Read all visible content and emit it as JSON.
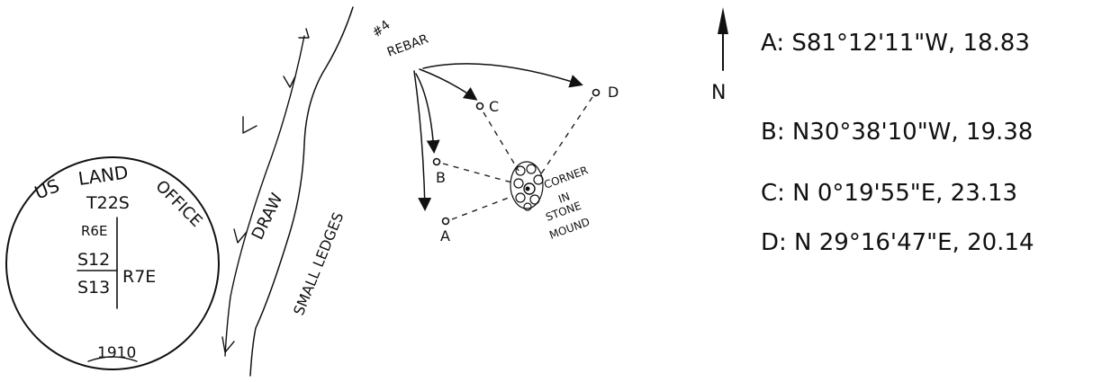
{
  "seal": {
    "top_text_1": "US",
    "top_text_2": "LAND",
    "top_text_3": "OFFICE",
    "township": "T22S",
    "range_west": "R6E",
    "range_east": "R7E",
    "section_upper": "S12",
    "section_lower": "S13",
    "year": "1910"
  },
  "terrain": {
    "draw_label": "DRAW",
    "ledges_label": "SMALL LEDGES"
  },
  "monument": {
    "rebar_label_1": "#4",
    "rebar_label_2": "REBAR",
    "corner_label_1": "CORNER",
    "corner_label_2": "IN",
    "corner_label_3": "STONE",
    "corner_label_4": "MOUND"
  },
  "points": {
    "a": "A",
    "b": "B",
    "c": "C",
    "d": "D"
  },
  "north_label": "N",
  "bearings": [
    {
      "text": "A: S81°12'11\"W, 18.83"
    },
    {
      "text": "B: N30°38'10\"W, 19.38"
    },
    {
      "text": "C: N 0°19'55\"E, 23.13"
    },
    {
      "text": "D: N 29°16'47\"E, 20.14"
    }
  ]
}
